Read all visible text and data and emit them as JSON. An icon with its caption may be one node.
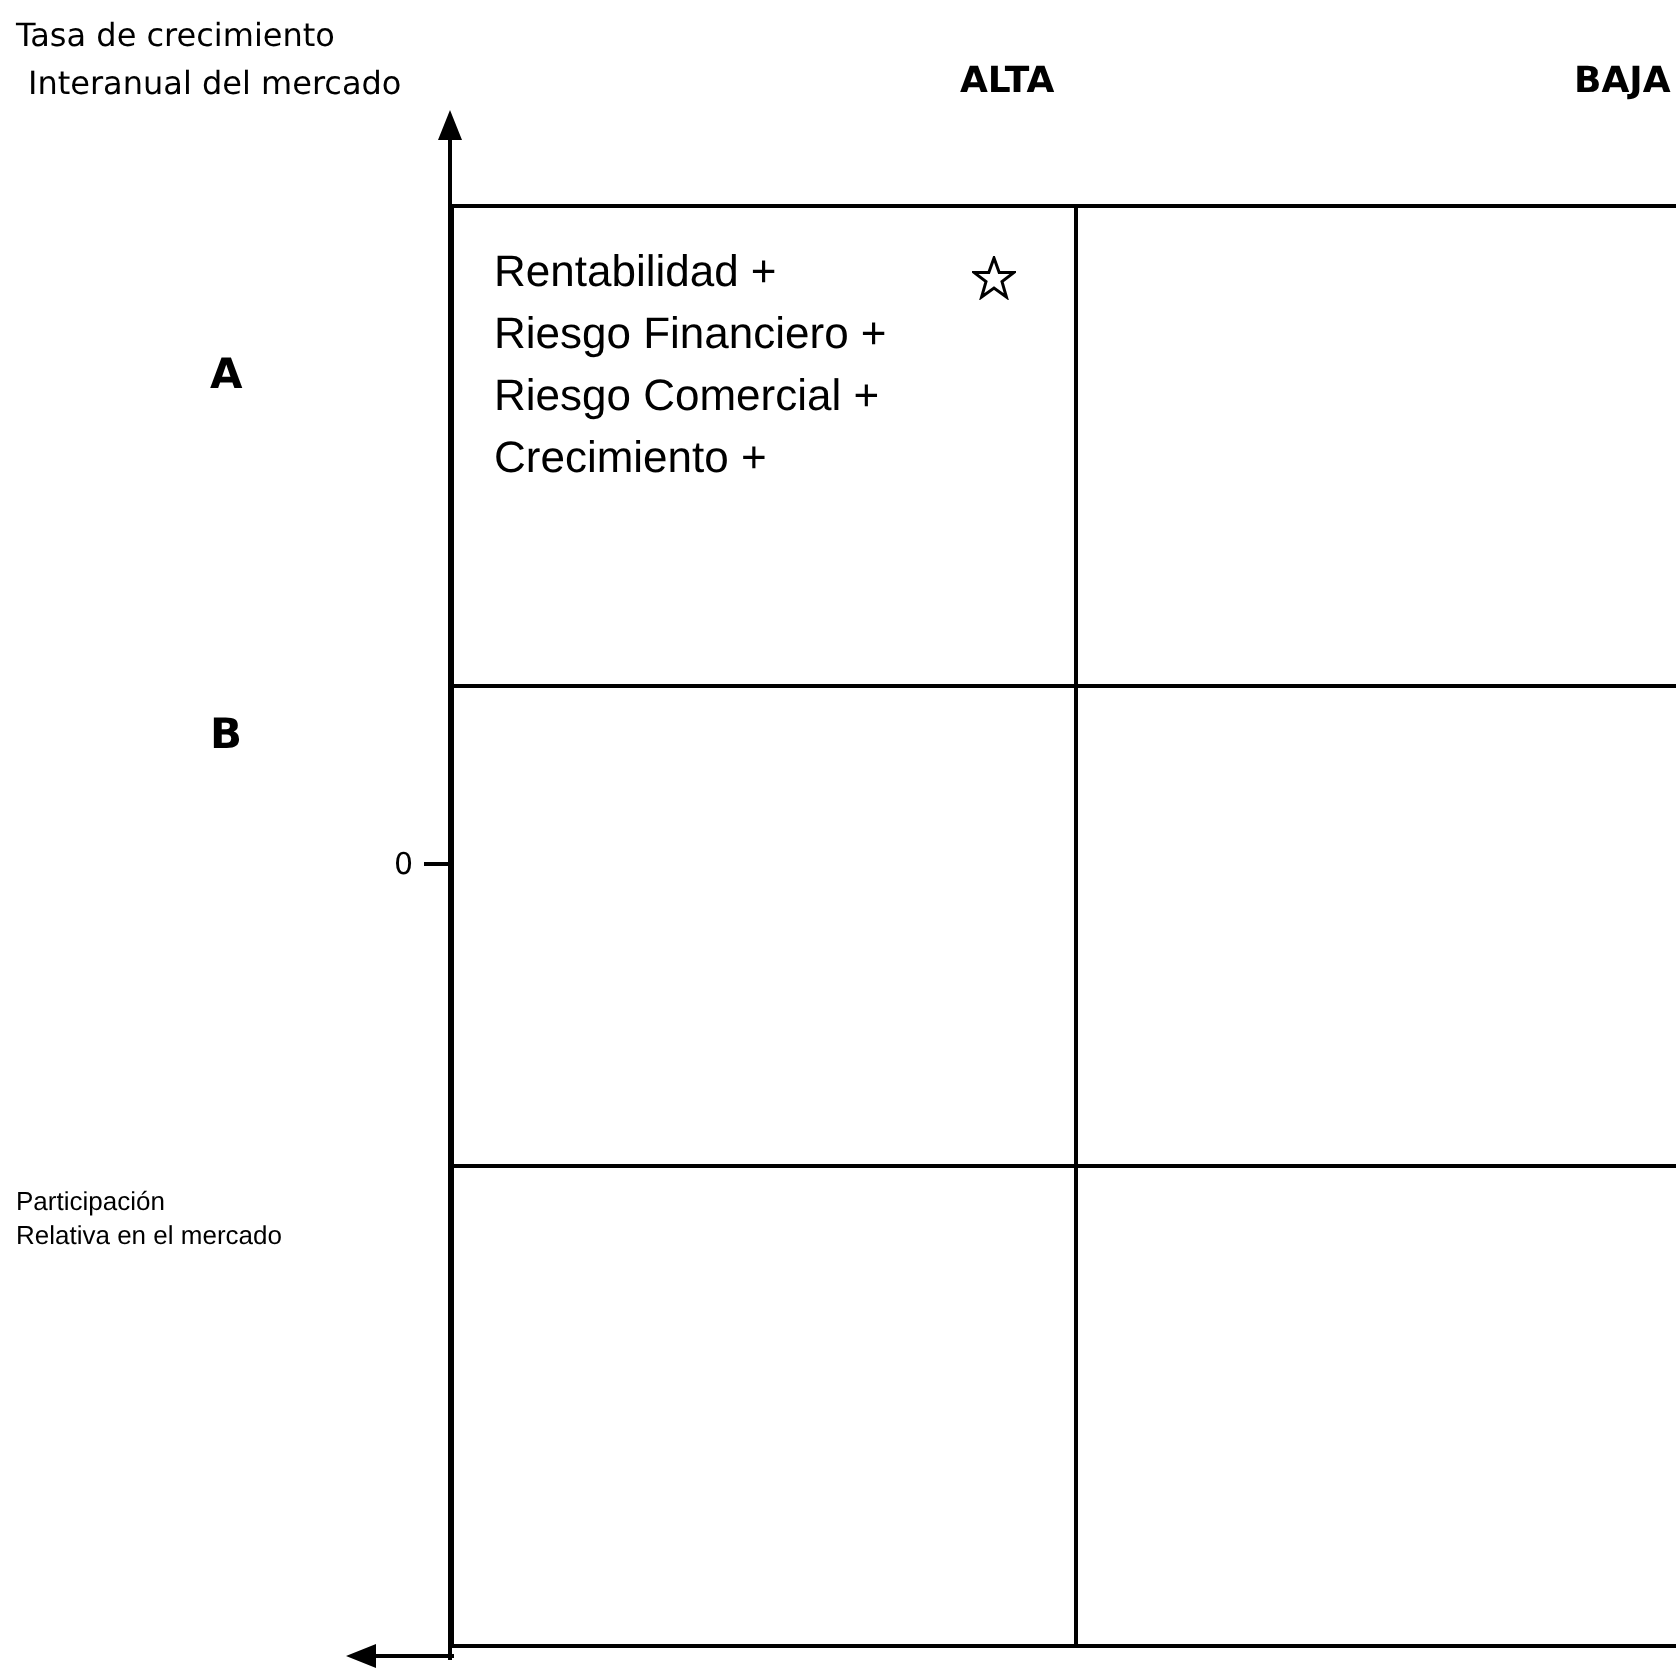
{
  "diagram": {
    "nodes": [
      {
        "text": [
          "Rentabilidad +",
          "Riesgo Financiero +",
          "Riesgo Comercial +",
          "Crecimiento +"
        ]
      },
      {
        "text": [],
        "shape": "box"
      },
      {
        "text": [],
        "shape": "box"
      },
      {
        "text": [],
        "shape": "box"
      },
      {
        "text": [],
        "shape": "box"
      },
      {
        "text": [],
        "shape": "box"
      }
    ],
    "edges": [],
    "labels": [
      "Tasa de crecimiento Interanual del mercado",
      "ALTA",
      "BAJA",
      "A",
      "B",
      "0",
      "Participación Relativa en el mercado"
    ]
  }
}
